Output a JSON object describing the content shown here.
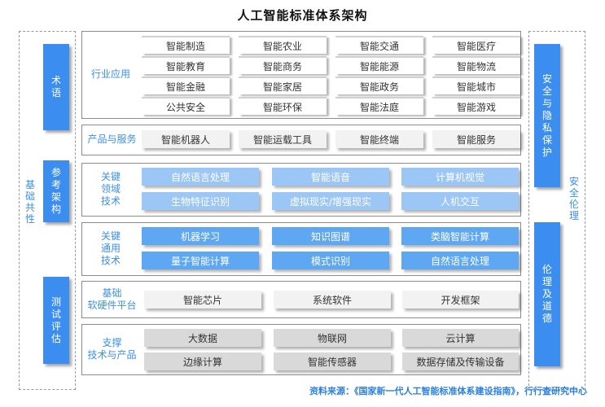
{
  "title": "人工智能标准体系架构",
  "left_panel": {
    "label": "基础共性",
    "bars": [
      "术语",
      "参考架构",
      "测试评估"
    ]
  },
  "right_panel": {
    "label": "安全伦理",
    "bars": [
      "安全与隐私保护",
      "伦理及道德"
    ]
  },
  "sections": {
    "industry": {
      "label": "行业应用",
      "items": [
        [
          "智能制造",
          "智能农业",
          "智能交通",
          "智能医疗"
        ],
        [
          "智能教育",
          "智能商务",
          "智能能源",
          "智能物流"
        ],
        [
          "智能金融",
          "智能家居",
          "智能政务",
          "智能城市"
        ],
        [
          "公共安全",
          "智能环保",
          "智能法庭",
          "智能游戏"
        ]
      ]
    },
    "products": {
      "label": "产品与服务",
      "items": [
        "智能机器人",
        "智能运载工具",
        "智能终端",
        "智能服务"
      ]
    },
    "domain_tech": {
      "label": "关键领域技术",
      "items": [
        [
          "自然语言处理",
          "智能语音",
          "计算机视觉"
        ],
        [
          "生物特征识别",
          "虚拟现实/增强现实",
          "人机交互"
        ]
      ]
    },
    "general_tech": {
      "label": "关键通用技术",
      "items": [
        [
          "机器学习",
          "知识图谱",
          "类脑智能计算"
        ],
        [
          "量子智能计算",
          "模式识别",
          "自然语言处理"
        ]
      ]
    },
    "platform": {
      "label_line1": "基础",
      "label_line2": "软硬件平台",
      "items": [
        "智能芯片",
        "系统软件",
        "开发框架"
      ]
    },
    "support": {
      "label_line1": "支撑",
      "label_line2": "技术与产品",
      "items": [
        [
          "大数据",
          "物联网",
          "云计算"
        ],
        [
          "边缘计算",
          "智能传感器",
          "数据存储及传输设备"
        ]
      ]
    }
  },
  "footer": {
    "source": "资料来源：《国家新一代人工智能标准体系建设指南》，行行查研究中心"
  },
  "colors": {
    "accent_blue": "#3b8ef0",
    "label_blue": "#3d8fe8",
    "light_blue_cell": "#9cc6f5",
    "mid_blue_cell": "#5ea7f2",
    "gray_cell": "#d9d9d9"
  }
}
